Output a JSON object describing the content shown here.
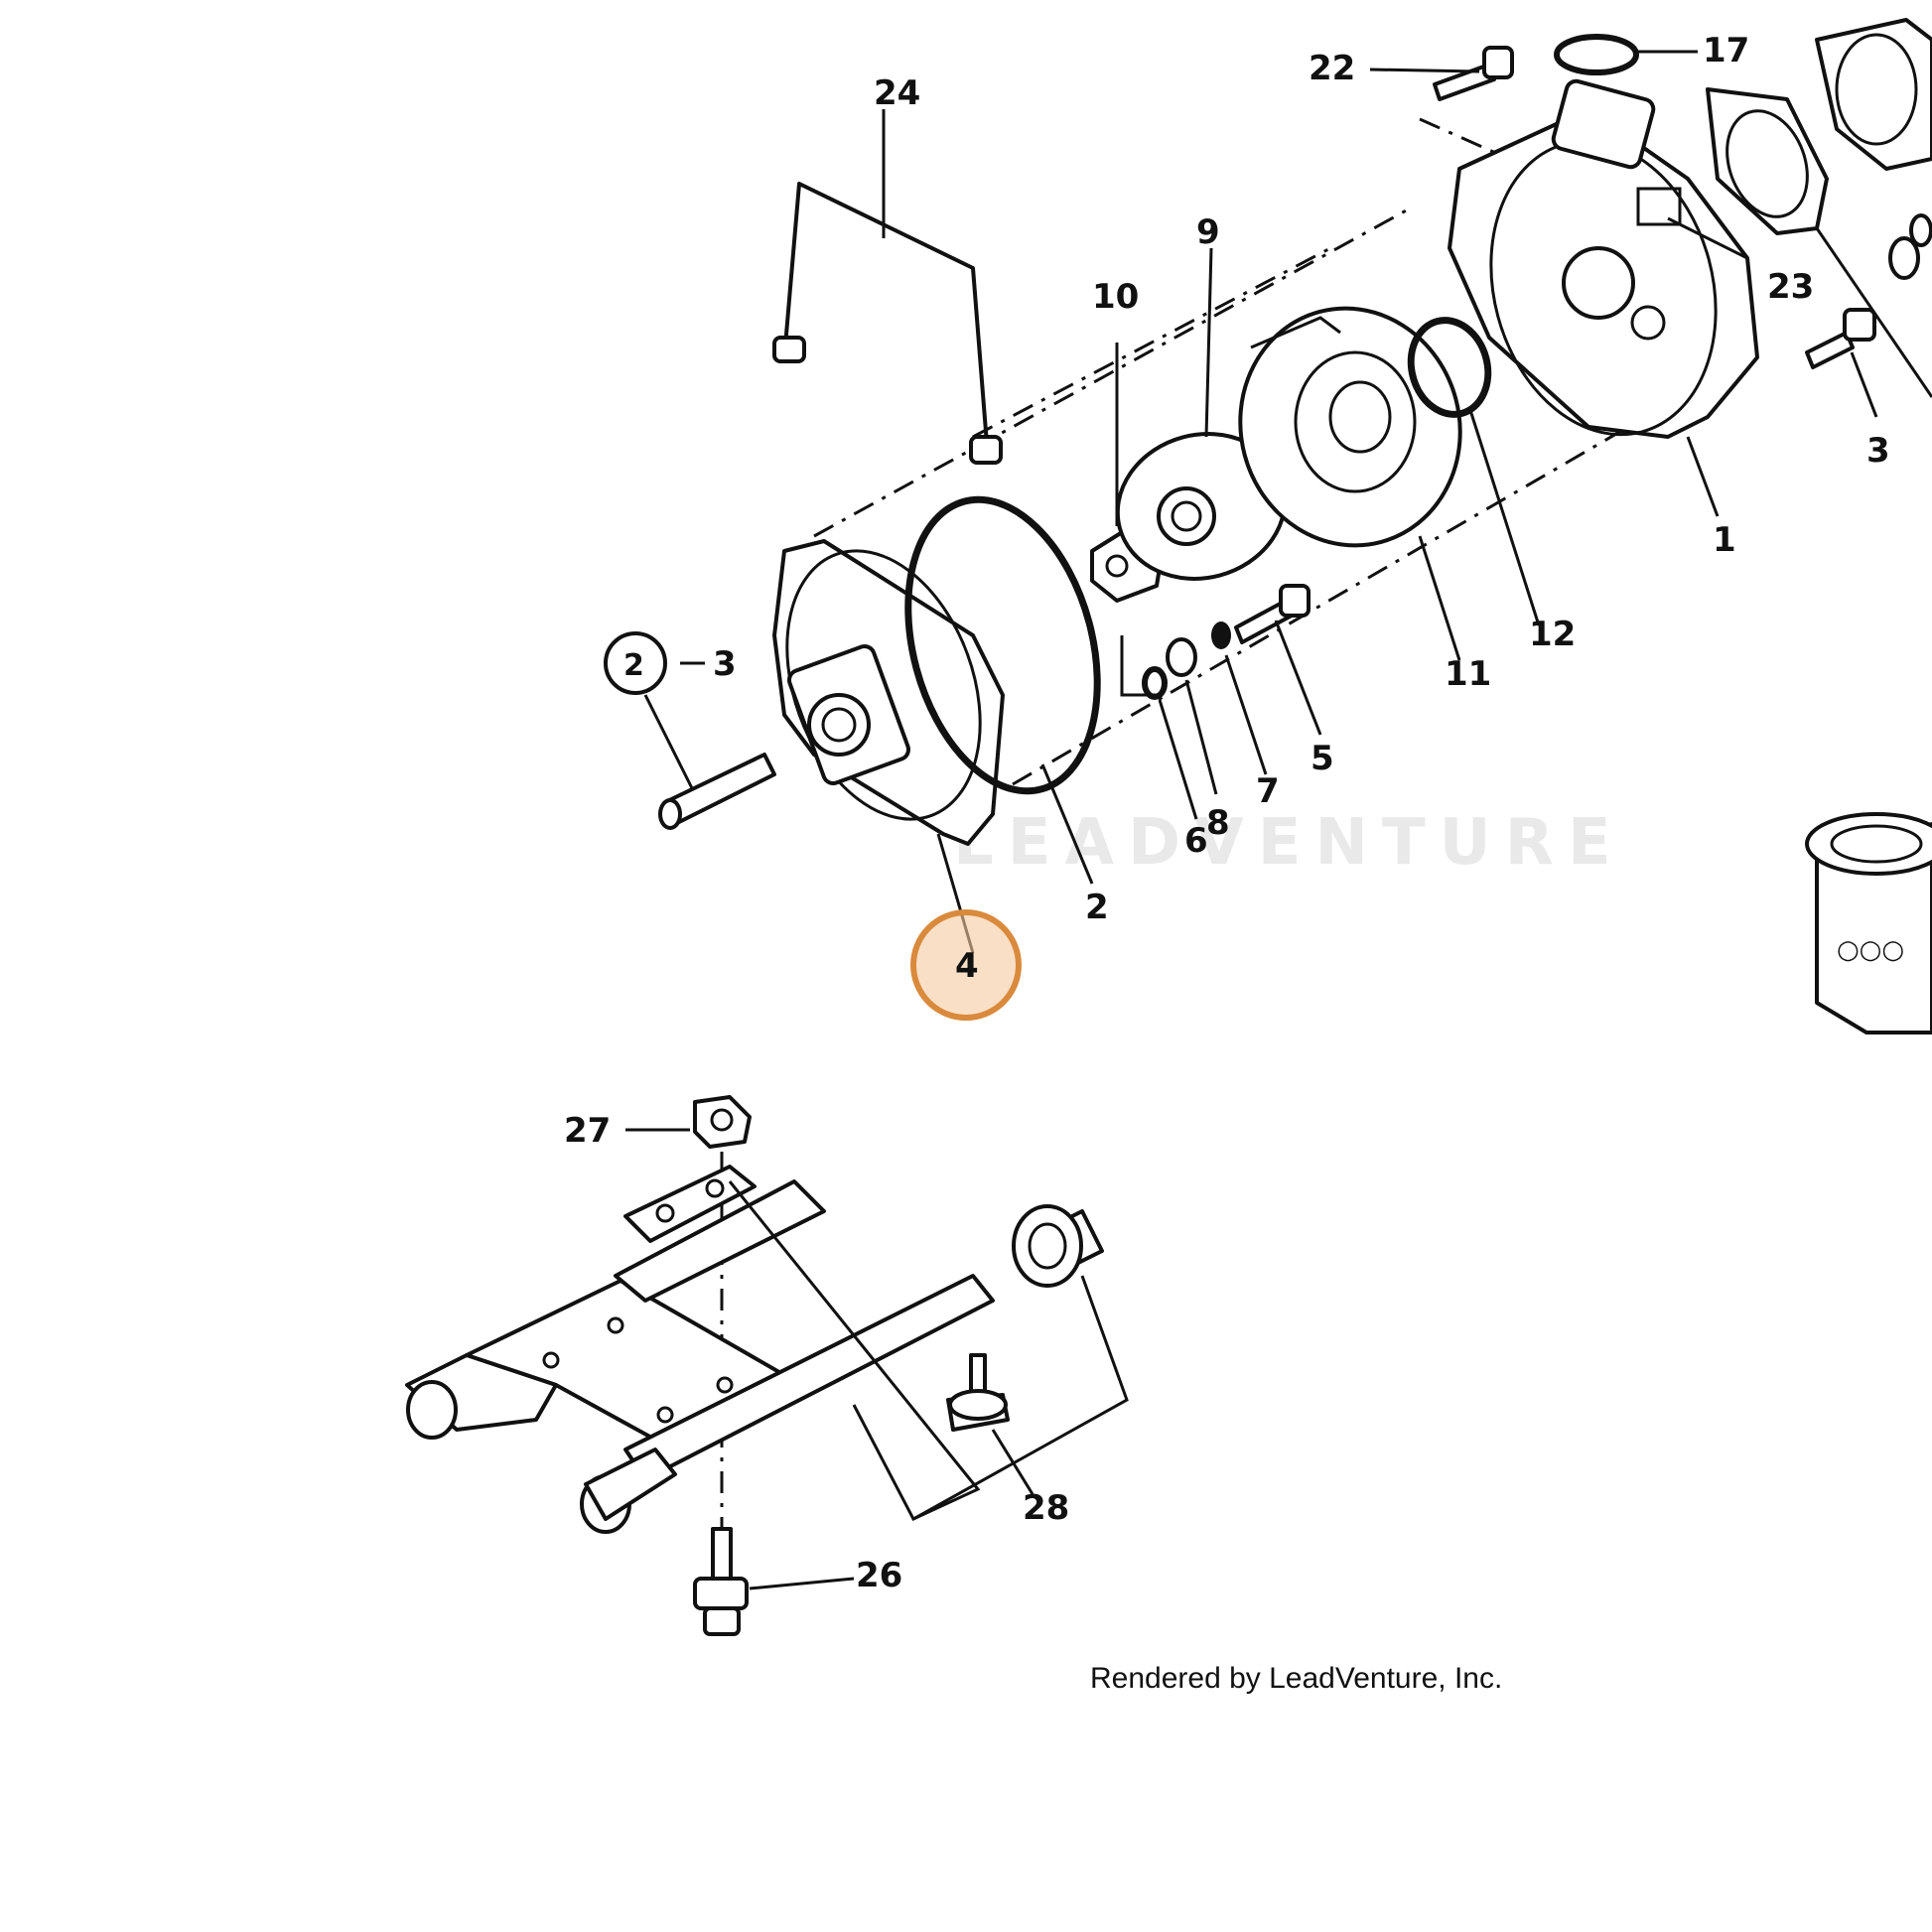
{
  "watermark": "LEADVENTURE",
  "credit": "Rendered by LeadVenture, Inc.",
  "highlight_color": "#f5c9a0",
  "highlight_stroke": "#d98a3c",
  "labels": {
    "p1": "1",
    "p2a": "2",
    "p2b": "2",
    "p3a": "3",
    "p3b": "3",
    "p4": "4",
    "p5": "5",
    "p6": "6",
    "p7": "7",
    "p8": "8",
    "p9": "9",
    "p10": "10",
    "p11": "11",
    "p12": "12",
    "p17": "17",
    "p22": "22",
    "p23": "23",
    "p24": "24",
    "p26": "26",
    "p27": "27",
    "p28": "28"
  }
}
